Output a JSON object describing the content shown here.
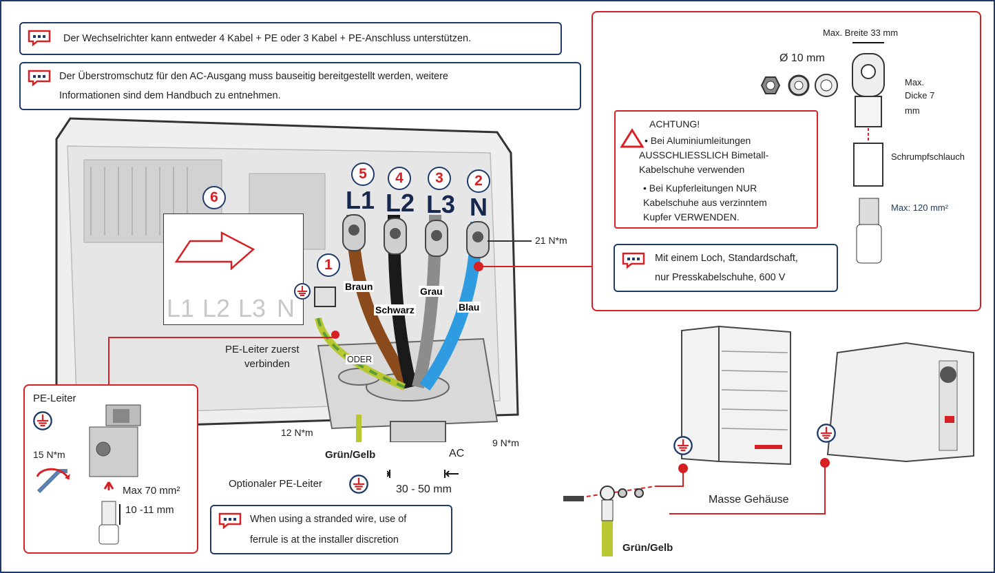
{
  "notes": {
    "top1": "Der Wechselrichter kann entweder 4 Kabel + PE oder 3 Kabel + PE-Anschluss unterstützen.",
    "top2_line1": "Der Überstromschutz für den AC-Ausgang muss bauseitig bereitgestellt werden, weitere",
    "top2_line2": "Informationen sind dem Handbuch zu entnehmen.",
    "lug_line1": "Mit einem Loch, Standardschaft,",
    "lug_line2": "nur Presskabelschuhe, 600 V",
    "ferrule_line1": "When using a stranded wire, use of",
    "ferrule_line2": "ferrule is at the installer discretion"
  },
  "terminals": [
    {
      "num": "5",
      "phase": "L1",
      "wire": "Braun"
    },
    {
      "num": "4",
      "phase": "L2",
      "wire": "Schwarz"
    },
    {
      "num": "3",
      "phase": "L3",
      "wire": "Grau"
    },
    {
      "num": "2",
      "phase": "N",
      "wire": "Blau"
    }
  ],
  "labels": {
    "num1": "1",
    "num6": "6",
    "torque_terminals": "21 N*m",
    "torque_gland_pe": "12 N*m",
    "torque_gland_ac": "9 N*m",
    "pe_first_line1": "PE-Leiter zuerst",
    "pe_first_line2": "verbinden",
    "oder": "ODER",
    "gruen_gelb": "Grün/Gelb",
    "optional_pe": "Optionaler PE-Leiter",
    "ac": "AC",
    "cable_range": "30 - 50 mm",
    "board_l1": "L1",
    "board_l2": "L2",
    "board_l3": "L3",
    "board_n": "N"
  },
  "pe_box": {
    "title": "PE-Leiter",
    "torque": "15 N*m",
    "max_area": "Max 70 mm²",
    "strip_length": "10 -11 mm"
  },
  "lug_panel": {
    "max_width": "Max. Breite 33 mm",
    "diameter": "Ø 10 mm",
    "max_thickness_line1": "Max.",
    "max_thickness_line2": "Dicke 7",
    "max_thickness_line3": "mm",
    "shrink": "Schrumpfschlauch",
    "max_area": "Max: 120 mm²"
  },
  "warning": {
    "title": "ACHTUNG!",
    "item1_line1": "• Bei Aluminiumleitungen",
    "item1_line2": "AUSSCHLIESSLICH Bimetall-",
    "item1_line3": "Kabelschuhe verwenden",
    "item2_line1": "• Bei Kupferleitungen NUR",
    "item2_line2": "Kabelschuhe aus verzinntem",
    "item2_line3": "Kupfer VERWENDEN."
  },
  "ground": {
    "masse": "Masse Gehäuse",
    "gruen_gelb": "Grün/Gelb"
  },
  "colors": {
    "navy": "#1f3a68",
    "red": "#d62024",
    "brown": "#8a4a1c",
    "black": "#1a1a1a",
    "grey": "#8c8c8c",
    "blue": "#2f9be0",
    "green_yellow": "#b9c832"
  }
}
